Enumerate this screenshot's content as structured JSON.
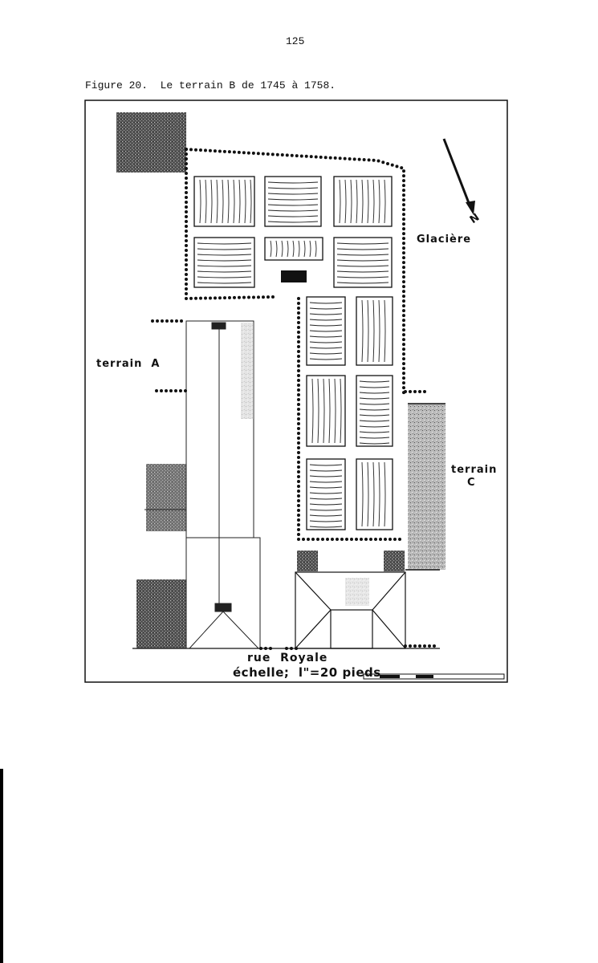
{
  "page_number": "125",
  "caption": "Figure 20.  Le terrain B de 1745 à 1758.",
  "plan": {
    "labels": {
      "terrain_a": "terrain  A",
      "glaciere": "Glacière",
      "terrain_c_1": "terrain",
      "terrain_c_2": "C",
      "north": "N",
      "street": "rue  Royale",
      "scale": "échelle;  l\"=20 pieds"
    },
    "icons": [
      "north-arrow-icon"
    ]
  }
}
